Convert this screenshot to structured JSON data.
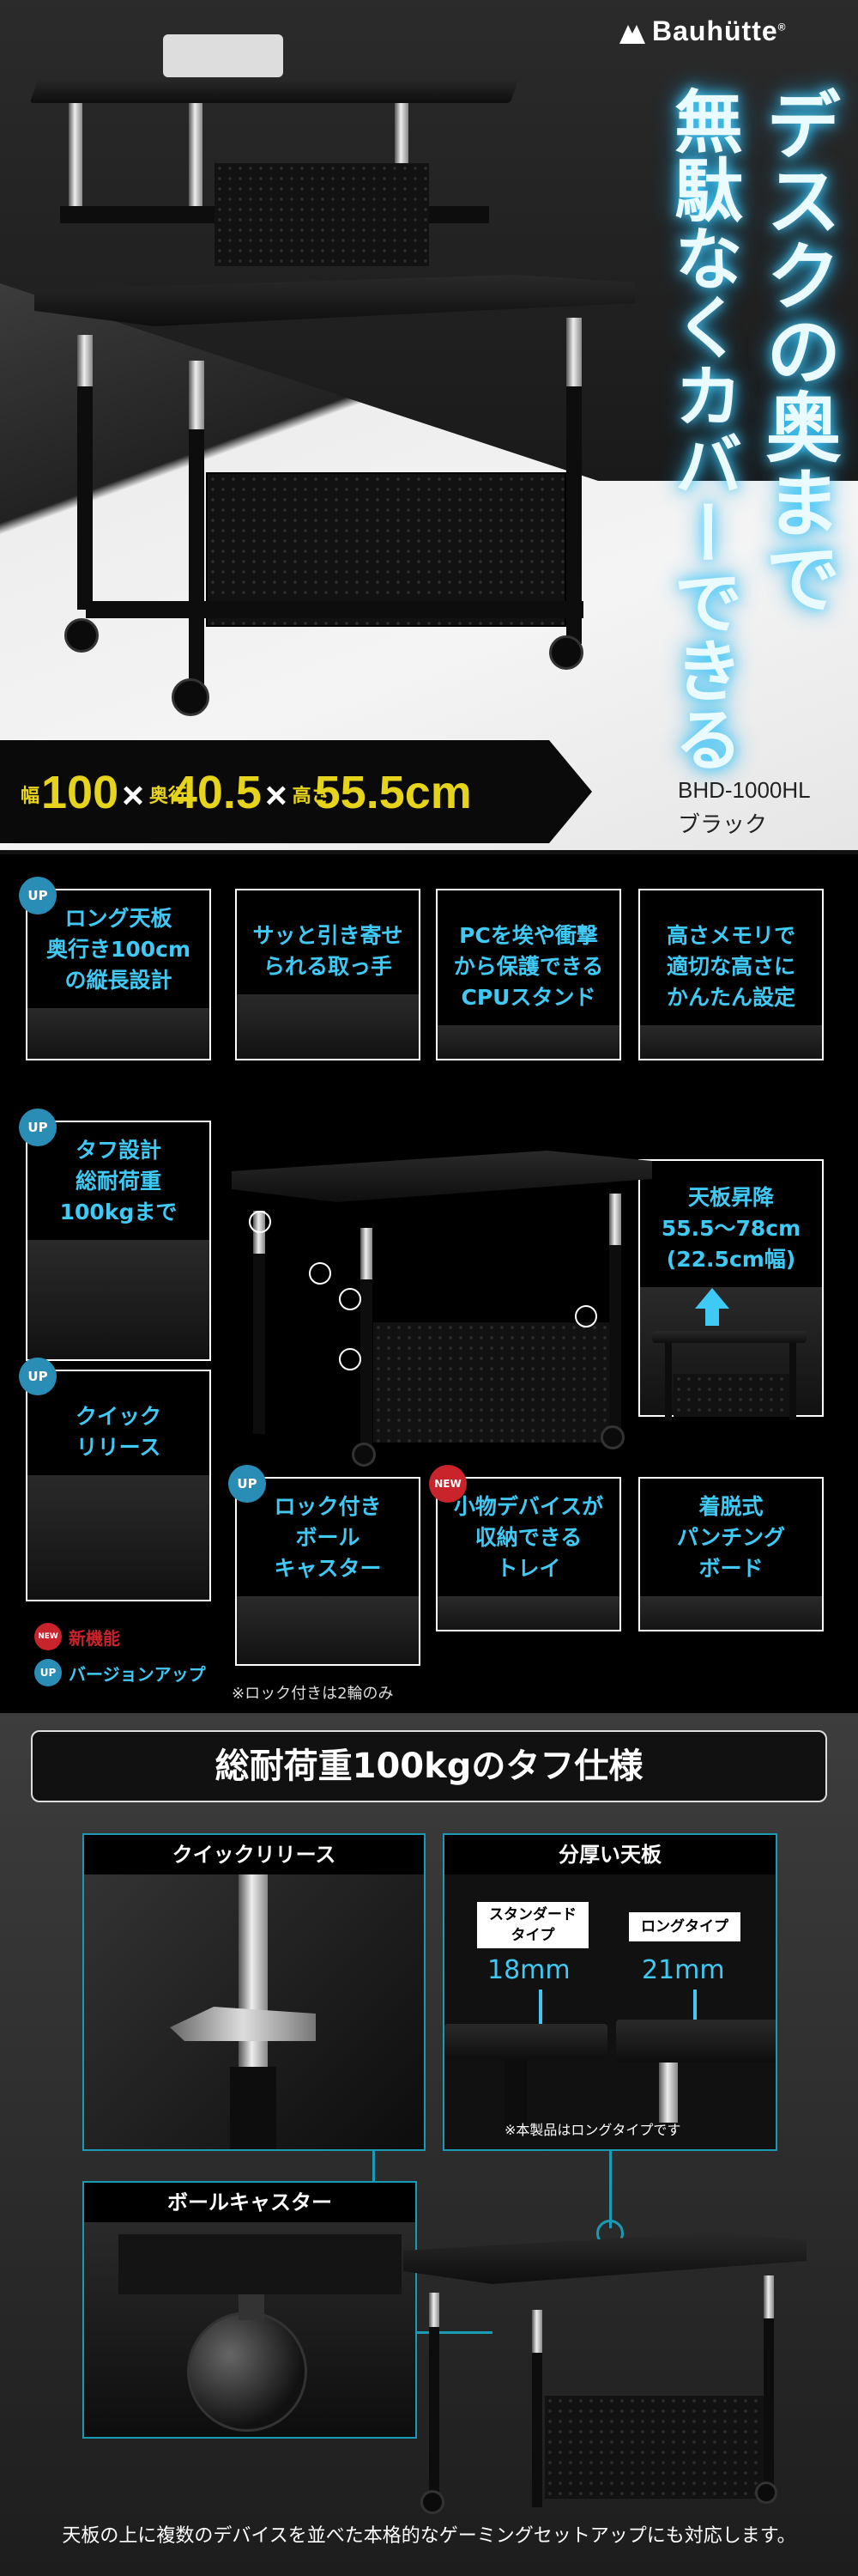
{
  "brand": {
    "name": "Bauhütte",
    "registered": "®"
  },
  "hero": {
    "headline_col1": "デスクの奥まで",
    "headline_col2": "無駄なくカバーできる",
    "spec": {
      "w_label": "幅",
      "w_value": "100",
      "d_label": "奥行",
      "d_value": "40.5",
      "h_label": "高さ",
      "h_value": "55.5",
      "unit": "cm",
      "times": "×"
    },
    "model_code": "BHD-1000HL",
    "color_name": "ブラック"
  },
  "features": {
    "cards": [
      {
        "badge": "UP",
        "text": [
          "ロング天板",
          "奥行き100cm",
          "の縦長設計"
        ]
      },
      {
        "badge": "",
        "text": [
          "サッと引き寄せ",
          "られる取っ手"
        ]
      },
      {
        "badge": "",
        "text": [
          "PCを埃や衝撃",
          "から保護できる",
          "CPUスタンド"
        ]
      },
      {
        "badge": "",
        "text": [
          "高さメモリで",
          "適切な高さに",
          "かんたん設定"
        ]
      },
      {
        "badge": "UP",
        "text": [
          "タフ設計",
          "総耐荷重",
          "100kgまで"
        ]
      },
      {
        "badge": "",
        "text": [
          "天板昇降",
          "55.5〜78cm",
          "(22.5cm幅)"
        ]
      },
      {
        "badge": "UP",
        "text": [
          "クイック",
          "リリース"
        ]
      },
      {
        "badge": "UP",
        "text": [
          "ロック付き",
          "ボール",
          "キャスター"
        ]
      },
      {
        "badge": "NEW",
        "text": [
          "小物デバイスが",
          "収納できる",
          "トレイ"
        ]
      },
      {
        "badge": "",
        "text": [
          "着脱式",
          "パンチング",
          "ボード"
        ]
      }
    ],
    "legend_new_badge": "NEW",
    "legend_new": "新機能",
    "legend_up_badge": "UP",
    "legend_up": "バージョンアップ",
    "caster_note": "※ロック付きは2輪のみ"
  },
  "tough": {
    "title": "総耐荷重100kgのタフ仕様",
    "panel_quick": "クイックリリース",
    "panel_thick": "分厚い天板",
    "standard_label": [
      "スタンダード",
      "タイプ"
    ],
    "standard_value": "18mm",
    "long_label": "ロングタイプ",
    "long_value": "21mm",
    "note": "※本製品はロングタイプです",
    "panel_caster": "ボールキャスター",
    "footer": "天板の上に複数のデバイスを並べた本格的なゲーミングセットアップにも対応します。"
  },
  "colors": {
    "accent": "#3fc9f5",
    "spec_yellow": "#e6d31b",
    "up_badge": "#2a8db5",
    "new_badge": "#c9232b",
    "frame": "#1b9ab6"
  }
}
